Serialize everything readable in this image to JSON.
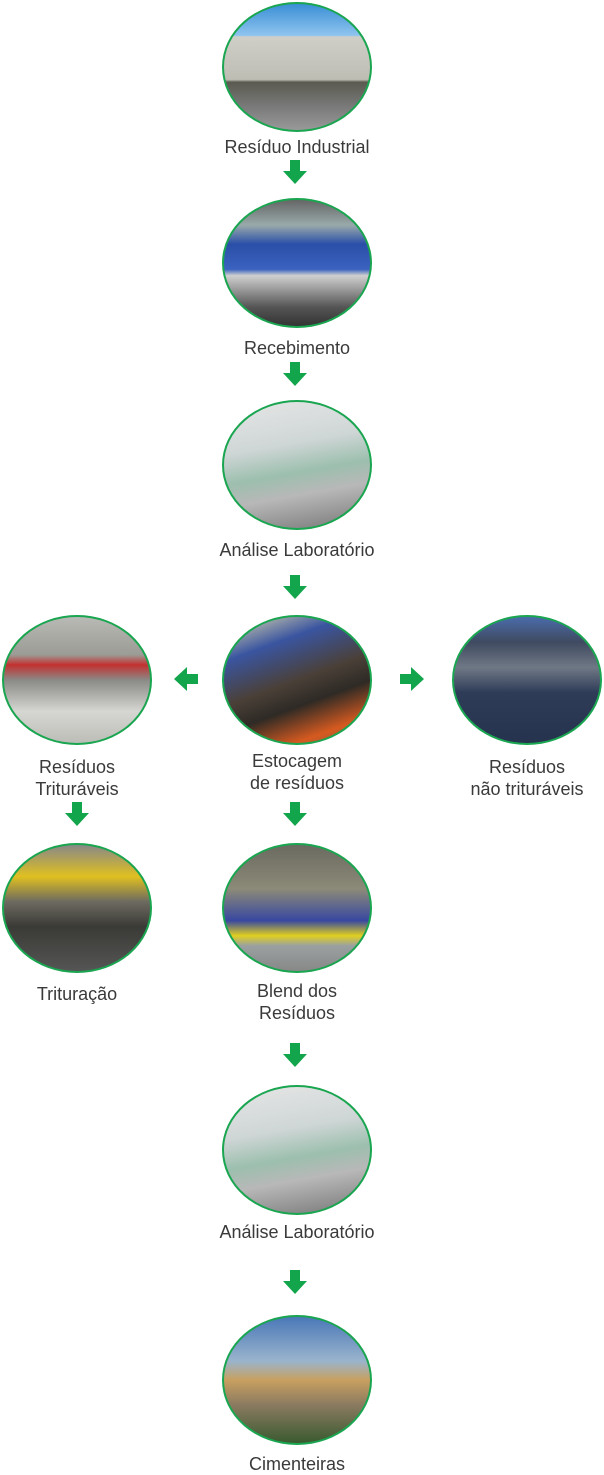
{
  "accent_color": "#12a54c",
  "nodes": [
    {
      "id": "residuo-industrial",
      "label": "Resíduo Industrial",
      "icon": "factory-photo"
    },
    {
      "id": "recebimento",
      "label": "Recebimento",
      "icon": "warehouse-photo"
    },
    {
      "id": "analise-laboratorio-1",
      "label": "Análise Laboratório",
      "icon": "laboratory-photo"
    },
    {
      "id": "estocagem",
      "label": "Estocagem\nde resíduos",
      "icon": "storage-drums-photo"
    },
    {
      "id": "residuos-trituraveis",
      "label": "Resíduos\nTrituráveis",
      "icon": "shredder-photo"
    },
    {
      "id": "residuos-nao-trituraveis",
      "label": "Resíduos\nnão trituráveis",
      "icon": "containers-photo"
    },
    {
      "id": "trituracao",
      "label": "Trituração",
      "icon": "excavator-photo"
    },
    {
      "id": "blend",
      "label": "Blend dos\nResíduos",
      "icon": "blend-photo"
    },
    {
      "id": "analise-laboratorio-2",
      "label": "Análise Laboratório",
      "icon": "laboratory-photo"
    },
    {
      "id": "cimenteiras",
      "label": "Cimenteiras",
      "icon": "cement-plant-photo"
    }
  ],
  "arrows": [
    {
      "from": "residuo-industrial",
      "to": "recebimento",
      "direction": "down"
    },
    {
      "from": "recebimento",
      "to": "analise-laboratorio-1",
      "direction": "down"
    },
    {
      "from": "analise-laboratorio-1",
      "to": "estocagem",
      "direction": "down"
    },
    {
      "from": "estocagem",
      "to": "residuos-trituraveis",
      "direction": "left"
    },
    {
      "from": "estocagem",
      "to": "residuos-nao-trituraveis",
      "direction": "right"
    },
    {
      "from": "residuos-trituraveis",
      "to": "trituracao",
      "direction": "down"
    },
    {
      "from": "estocagem",
      "to": "blend",
      "direction": "down"
    },
    {
      "from": "blend",
      "to": "analise-laboratorio-2",
      "direction": "down"
    },
    {
      "from": "analise-laboratorio-2",
      "to": "cimenteiras",
      "direction": "down"
    }
  ]
}
